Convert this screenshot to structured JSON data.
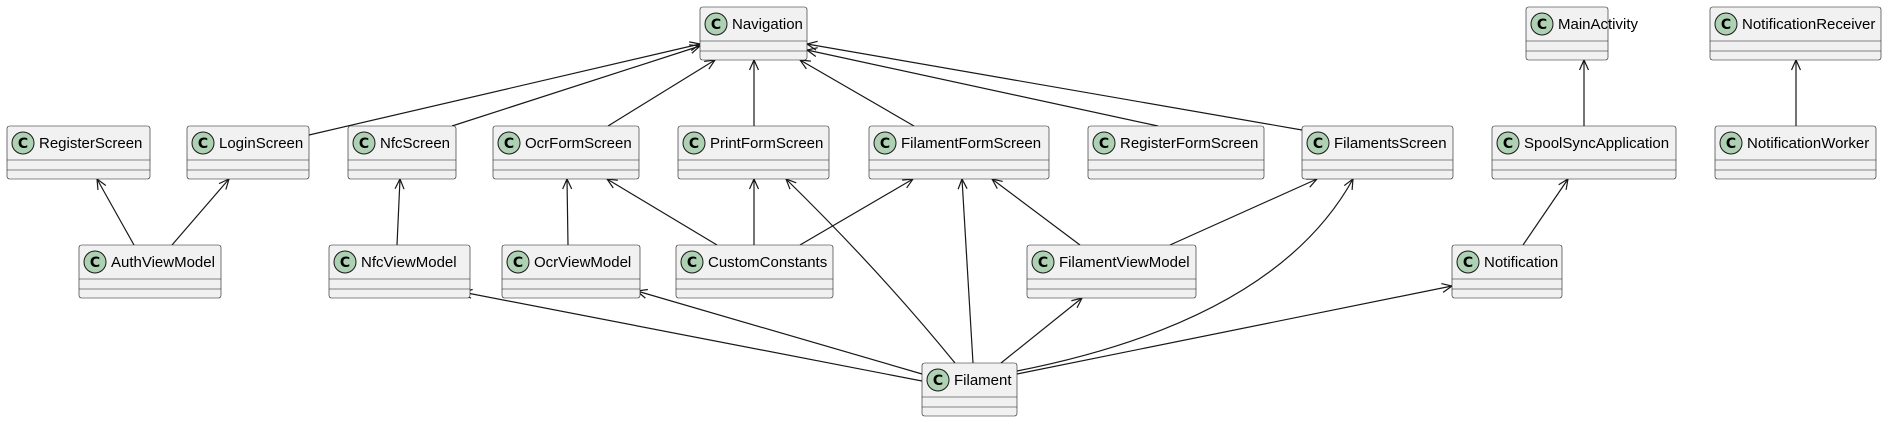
{
  "diagram": {
    "type": "class-diagram",
    "stereotype_letter": "C",
    "colors": {
      "box_fill": "#f1f1f1",
      "border": "#181818",
      "badge_fill": "#add1b2",
      "edge": "#181818"
    },
    "classes": [
      {
        "id": "navigation",
        "name": "Navigation"
      },
      {
        "id": "main-activity",
        "name": "MainActivity"
      },
      {
        "id": "notification-receiver",
        "name": "NotificationReceiver"
      },
      {
        "id": "register-screen",
        "name": "RegisterScreen"
      },
      {
        "id": "login-screen",
        "name": "LoginScreen"
      },
      {
        "id": "nfc-screen",
        "name": "NfcScreen"
      },
      {
        "id": "ocr-form-screen",
        "name": "OcrFormScreen"
      },
      {
        "id": "print-form-screen",
        "name": "PrintFormScreen"
      },
      {
        "id": "filament-form-screen",
        "name": "FilamentFormScreen"
      },
      {
        "id": "register-form-screen",
        "name": "RegisterFormScreen"
      },
      {
        "id": "filaments-screen",
        "name": "FilamentsScreen"
      },
      {
        "id": "spool-sync-application",
        "name": "SpoolSyncApplication"
      },
      {
        "id": "notification-worker",
        "name": "NotificationWorker"
      },
      {
        "id": "auth-view-model",
        "name": "AuthViewModel"
      },
      {
        "id": "nfc-view-model",
        "name": "NfcViewModel"
      },
      {
        "id": "ocr-view-model",
        "name": "OcrViewModel"
      },
      {
        "id": "custom-constants",
        "name": "CustomConstants"
      },
      {
        "id": "filament-view-model",
        "name": "FilamentViewModel"
      },
      {
        "id": "notification",
        "name": "Notification"
      },
      {
        "id": "filament",
        "name": "Filament"
      }
    ],
    "relations": [
      {
        "from": "login-screen",
        "to": "navigation"
      },
      {
        "from": "nfc-screen",
        "to": "navigation"
      },
      {
        "from": "ocr-form-screen",
        "to": "navigation"
      },
      {
        "from": "print-form-screen",
        "to": "navigation"
      },
      {
        "from": "filament-form-screen",
        "to": "navigation"
      },
      {
        "from": "register-form-screen",
        "to": "navigation"
      },
      {
        "from": "filaments-screen",
        "to": "navigation"
      },
      {
        "from": "spool-sync-application",
        "to": "main-activity"
      },
      {
        "from": "notification-worker",
        "to": "notification-receiver"
      },
      {
        "from": "auth-view-model",
        "to": "register-screen"
      },
      {
        "from": "auth-view-model",
        "to": "login-screen"
      },
      {
        "from": "nfc-view-model",
        "to": "nfc-screen"
      },
      {
        "from": "ocr-view-model",
        "to": "ocr-form-screen"
      },
      {
        "from": "custom-constants",
        "to": "ocr-form-screen"
      },
      {
        "from": "custom-constants",
        "to": "print-form-screen"
      },
      {
        "from": "custom-constants",
        "to": "filament-form-screen"
      },
      {
        "from": "filament-view-model",
        "to": "filament-form-screen"
      },
      {
        "from": "filament-view-model",
        "to": "filaments-screen"
      },
      {
        "from": "notification",
        "to": "spool-sync-application"
      },
      {
        "from": "filament",
        "to": "nfc-view-model"
      },
      {
        "from": "filament",
        "to": "ocr-view-model"
      },
      {
        "from": "filament",
        "to": "print-form-screen"
      },
      {
        "from": "filament",
        "to": "filament-form-screen"
      },
      {
        "from": "filament",
        "to": "filament-view-model"
      },
      {
        "from": "filament",
        "to": "filaments-screen"
      },
      {
        "from": "filament",
        "to": "notification"
      }
    ]
  }
}
